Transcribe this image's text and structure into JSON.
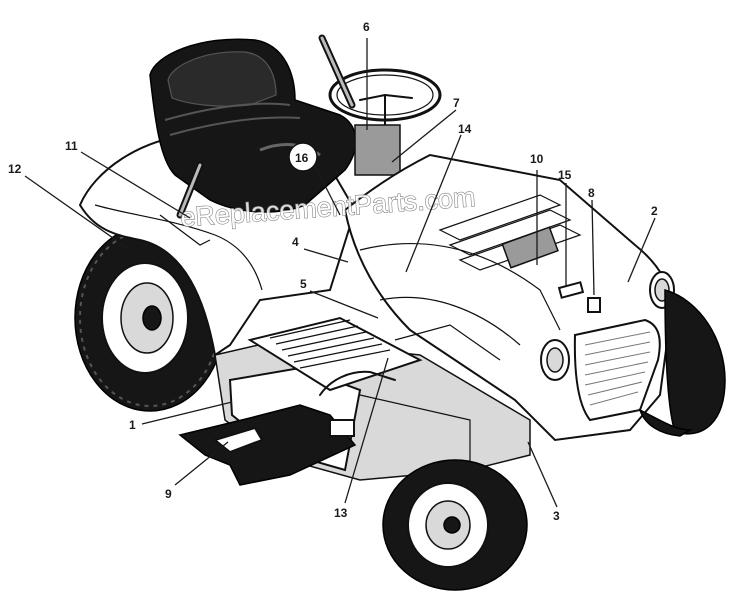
{
  "watermark": "eReplacementParts.com",
  "callouts": [
    {
      "id": "1",
      "label": "1"
    },
    {
      "id": "2",
      "label": "2"
    },
    {
      "id": "3",
      "label": "3"
    },
    {
      "id": "4",
      "label": "4"
    },
    {
      "id": "5",
      "label": "5"
    },
    {
      "id": "6",
      "label": "6"
    },
    {
      "id": "7",
      "label": "7"
    },
    {
      "id": "8",
      "label": "8"
    },
    {
      "id": "9",
      "label": "9"
    },
    {
      "id": "10",
      "label": "10"
    },
    {
      "id": "11",
      "label": "11"
    },
    {
      "id": "12",
      "label": "12"
    },
    {
      "id": "13",
      "label": "13"
    },
    {
      "id": "14",
      "label": "14"
    },
    {
      "id": "15",
      "label": "15"
    },
    {
      "id": "16",
      "label": "16"
    }
  ]
}
